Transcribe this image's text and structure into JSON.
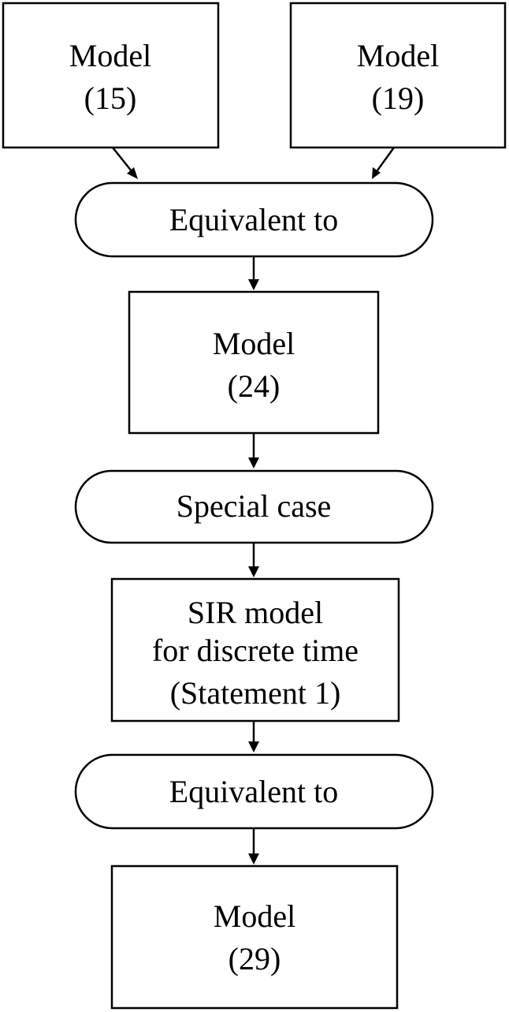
{
  "diagram": {
    "nodes": [
      {
        "id": "model15",
        "shape": "rect",
        "lines": [
          "Model",
          "(15)"
        ]
      },
      {
        "id": "model19",
        "shape": "rect",
        "lines": [
          "Model",
          "(19)"
        ]
      },
      {
        "id": "equiv1",
        "shape": "stadium",
        "lines": [
          "Equivalent to"
        ]
      },
      {
        "id": "model24",
        "shape": "rect",
        "lines": [
          "Model",
          "(24)"
        ]
      },
      {
        "id": "special",
        "shape": "stadium",
        "lines": [
          "Special case"
        ]
      },
      {
        "id": "sir",
        "shape": "rect",
        "lines": [
          "SIR model",
          "for discrete time",
          "(Statement 1)"
        ]
      },
      {
        "id": "equiv2",
        "shape": "stadium",
        "lines": [
          "Equivalent to"
        ]
      },
      {
        "id": "model29",
        "shape": "rect",
        "lines": [
          "Model",
          "(29)"
        ]
      }
    ],
    "edges": [
      {
        "from": "model15",
        "to": "equiv1"
      },
      {
        "from": "model19",
        "to": "equiv1"
      },
      {
        "from": "equiv1",
        "to": "model24"
      },
      {
        "from": "model24",
        "to": "special"
      },
      {
        "from": "special",
        "to": "sir"
      },
      {
        "from": "sir",
        "to": "equiv2"
      },
      {
        "from": "equiv2",
        "to": "model29"
      }
    ]
  }
}
